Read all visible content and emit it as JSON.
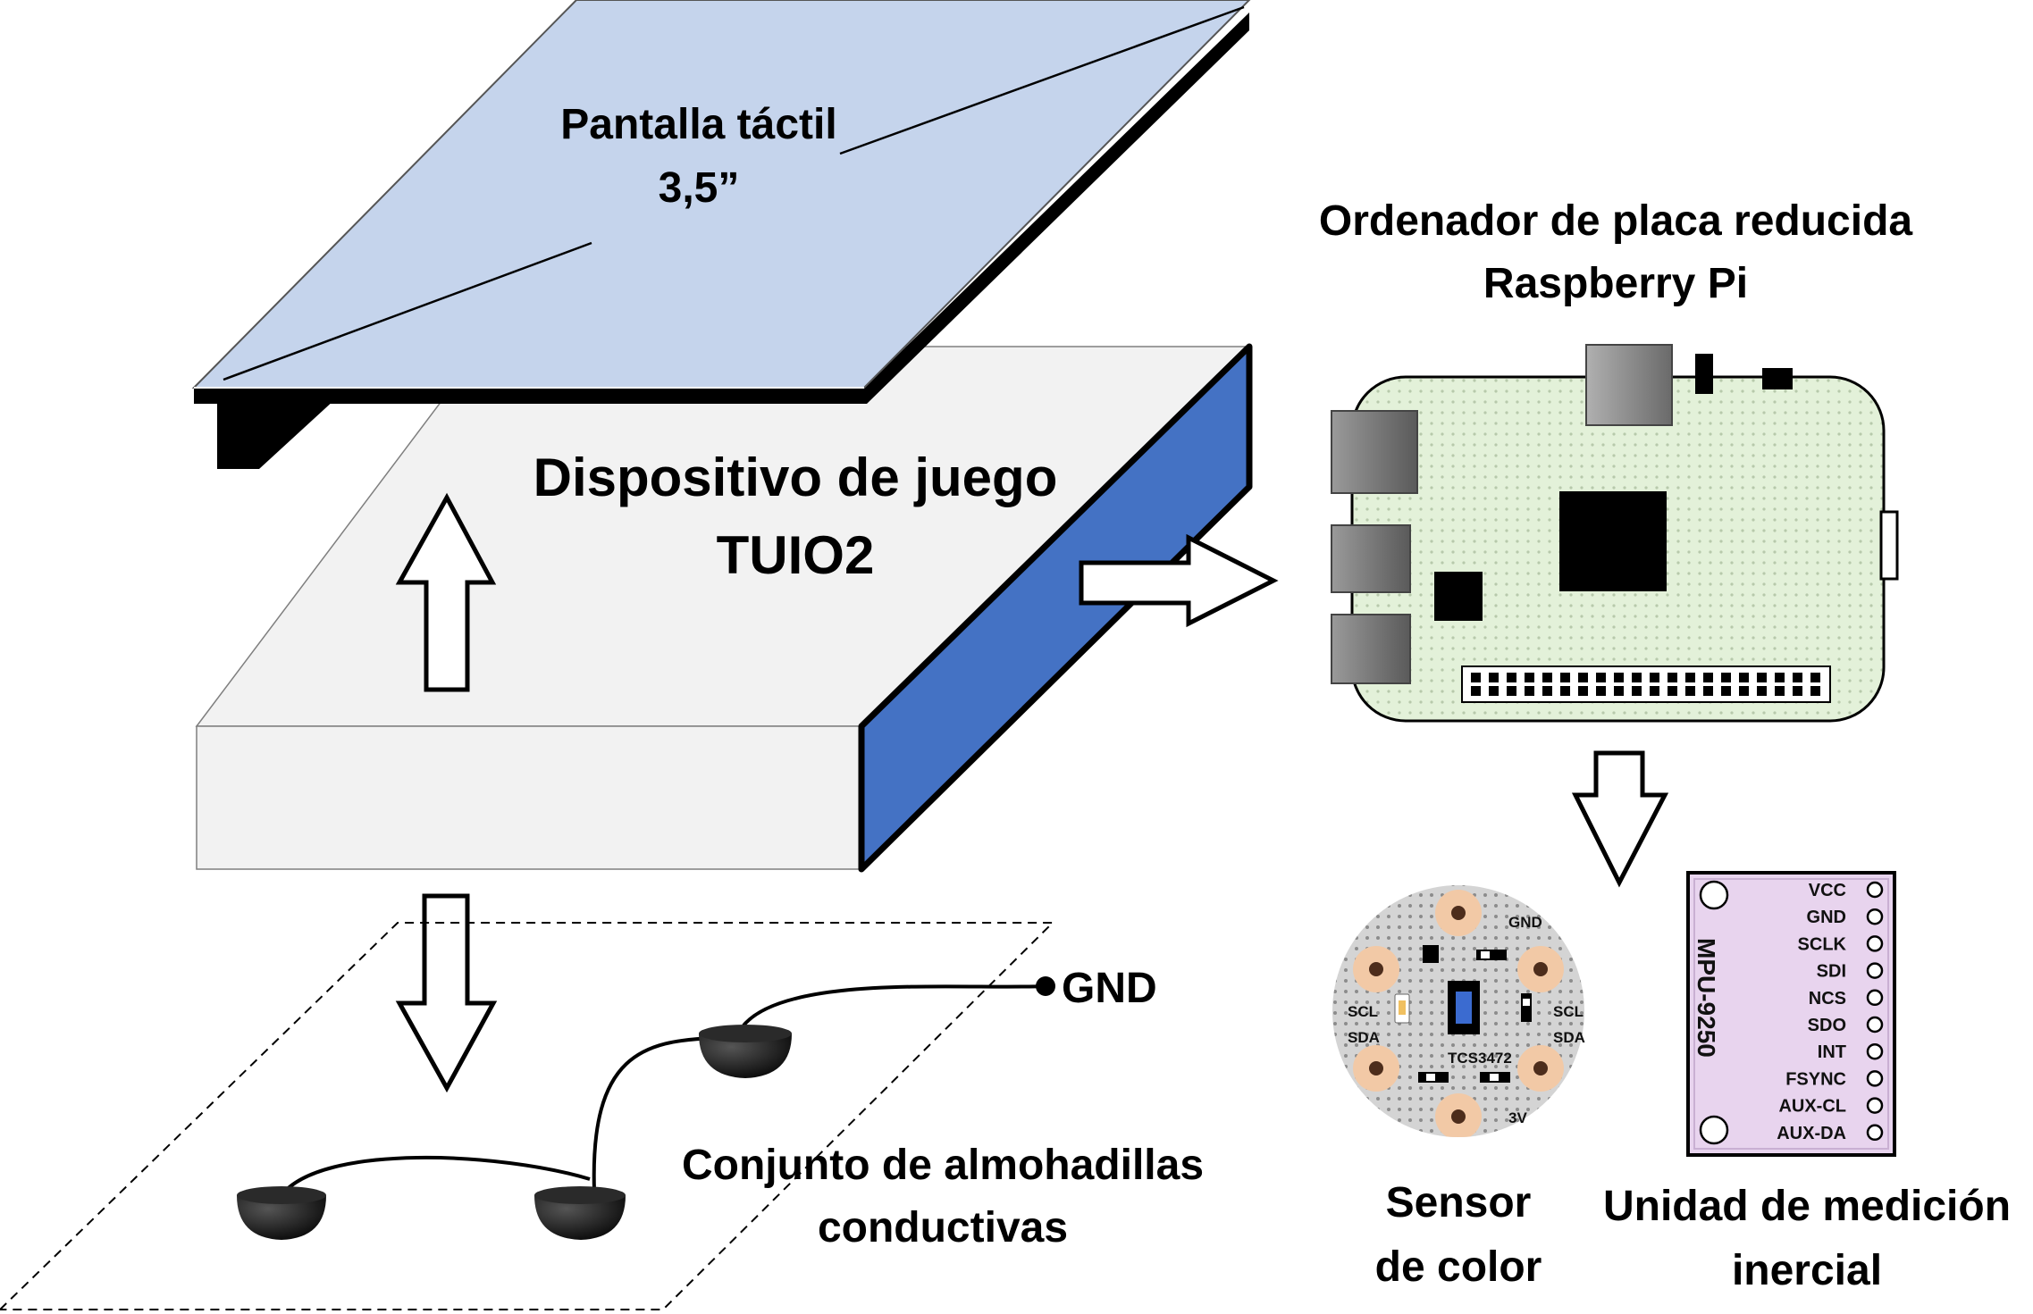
{
  "labels": {
    "touchscreen_line1": "Pantalla táctil",
    "touchscreen_line2": "3,5”",
    "device_line1": "Dispositivo de juego",
    "device_line2": "TUIO2",
    "sbc_line1": "Ordenador de placa reducida",
    "sbc_line2": "Raspberry Pi",
    "pads_line1": "Conjunto de almohadillas",
    "pads_line2": "conductivas",
    "gnd": "GND",
    "color_sensor_line1": "Sensor",
    "color_sensor_line2": "de color",
    "imu_line1": "Unidad de medición",
    "imu_line2": "inercial"
  },
  "color_sensor": {
    "chip": "TCS3472",
    "pin_gnd": "GND",
    "pin_scl_left": "SCL",
    "pin_sda_left": "SDA",
    "pin_scl_right": "SCL",
    "pin_sda_right": "SDA",
    "pin_3v": "3V"
  },
  "imu": {
    "model": "MPU-9250",
    "pins": [
      "VCC",
      "GND",
      "SCLK",
      "SDI",
      "NCS",
      "SDO",
      "INT",
      "FSYNC",
      "AUX-CL",
      "AUX-DA"
    ]
  },
  "colors": {
    "screen": "#C5D4EC",
    "device_side": "#4472C4",
    "device_body": "#F2F2F2",
    "board": "#E3F1D9",
    "imu_board": "#E8D4EE",
    "pad_copper": "#F2C9A6"
  }
}
